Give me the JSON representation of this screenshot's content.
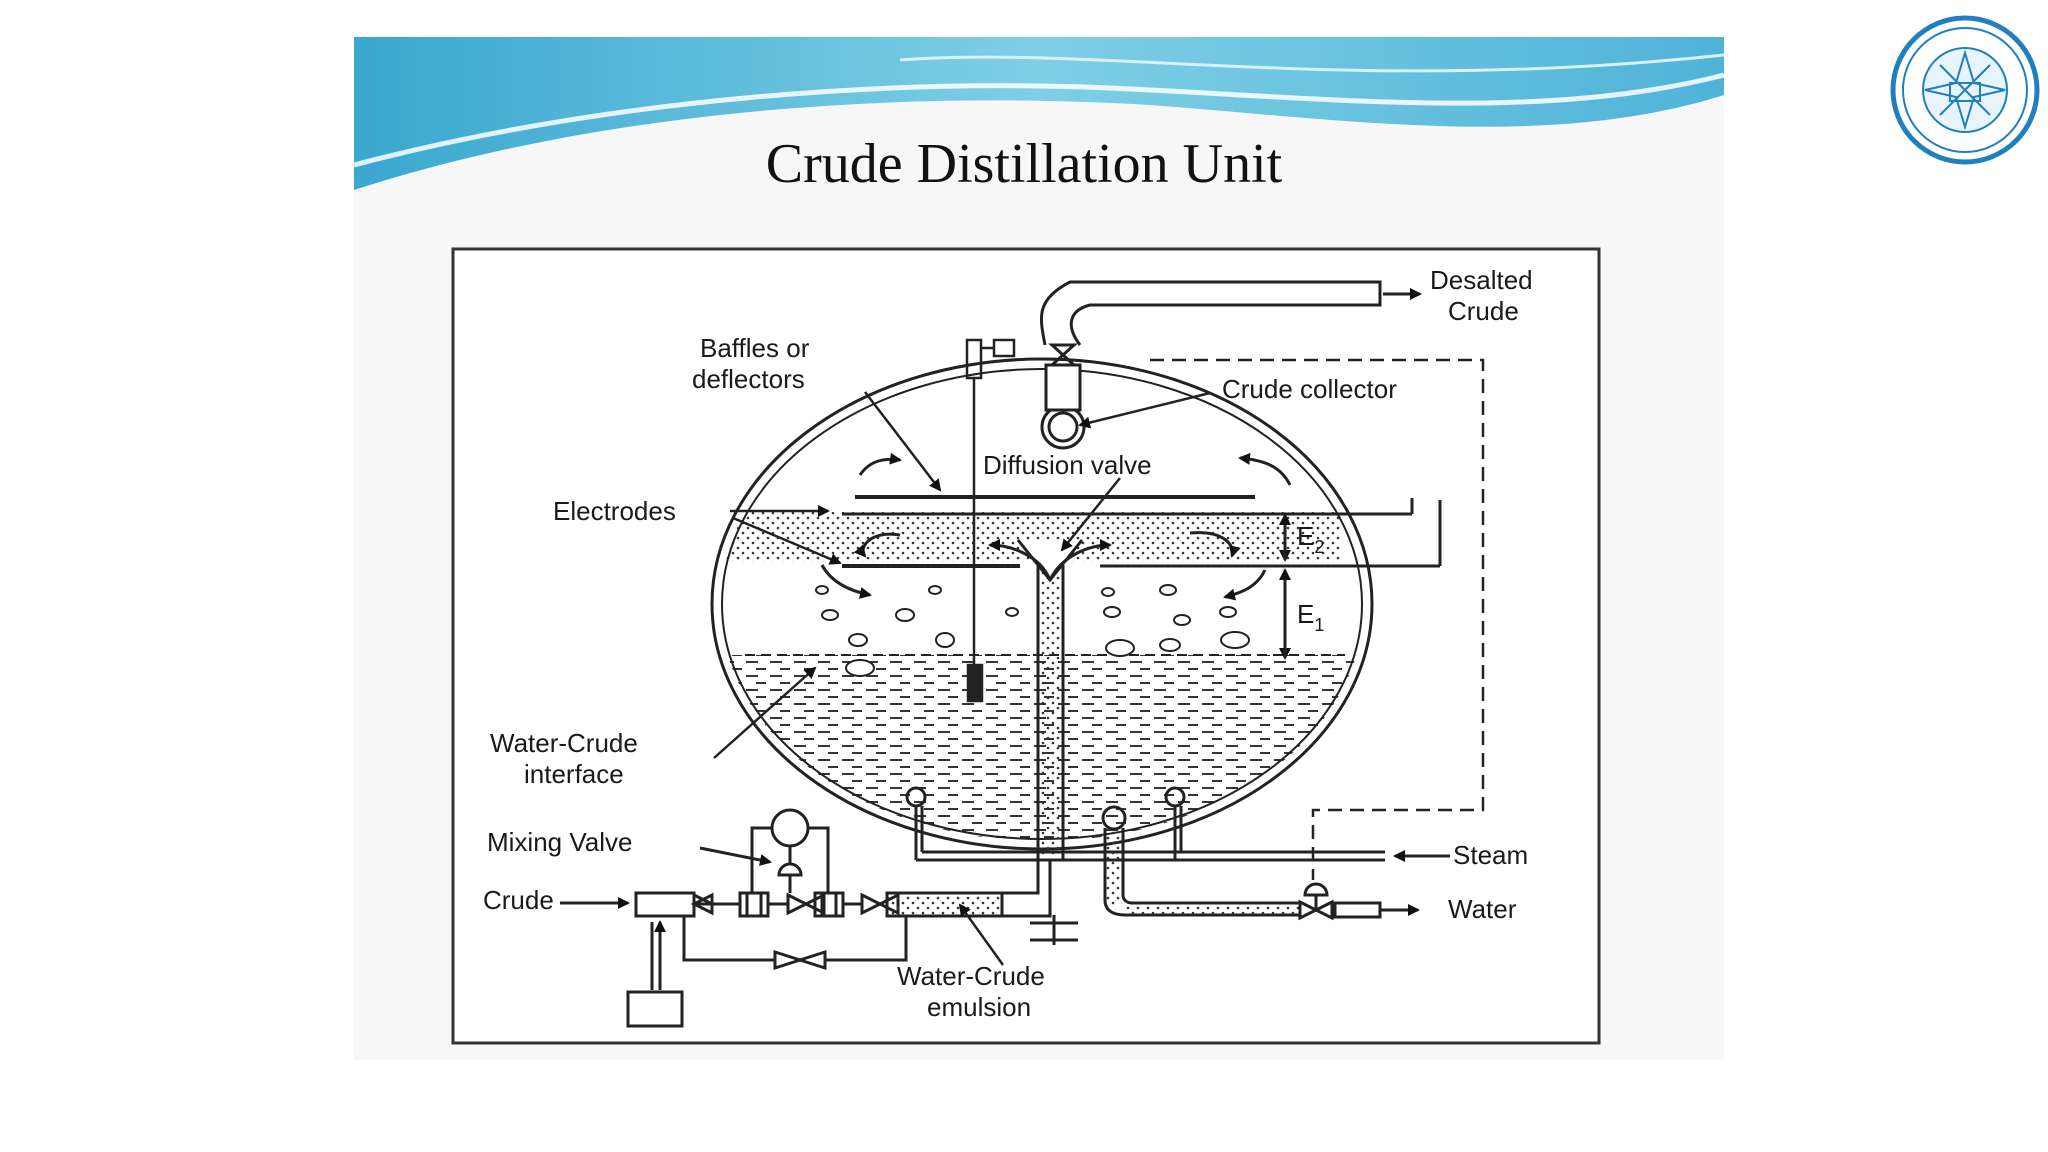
{
  "slide": {
    "title": "Crude Distillation Unit",
    "accent_color": "#2f9fc9",
    "logo": "university-seal"
  },
  "diagram": {
    "labels": {
      "desalted_line1": "Desalted",
      "desalted_line2": "Crude",
      "baffles_line1": "Baffles or",
      "baffles_line2": "deflectors",
      "crude_collector": "Crude collector",
      "diffusion_valve": "Diffusion valve",
      "electrodes": "Electrodes",
      "e2": "E",
      "e2_sub": "2",
      "e1": "E",
      "e1_sub": "1",
      "interface_line1": "Water-Crude",
      "interface_line2": "interface",
      "mixing_valve": "Mixing Valve",
      "crude": "Crude",
      "steam": "Steam",
      "water": "Water",
      "emulsion_line1": "Water-Crude",
      "emulsion_line2": "emulsion"
    }
  }
}
